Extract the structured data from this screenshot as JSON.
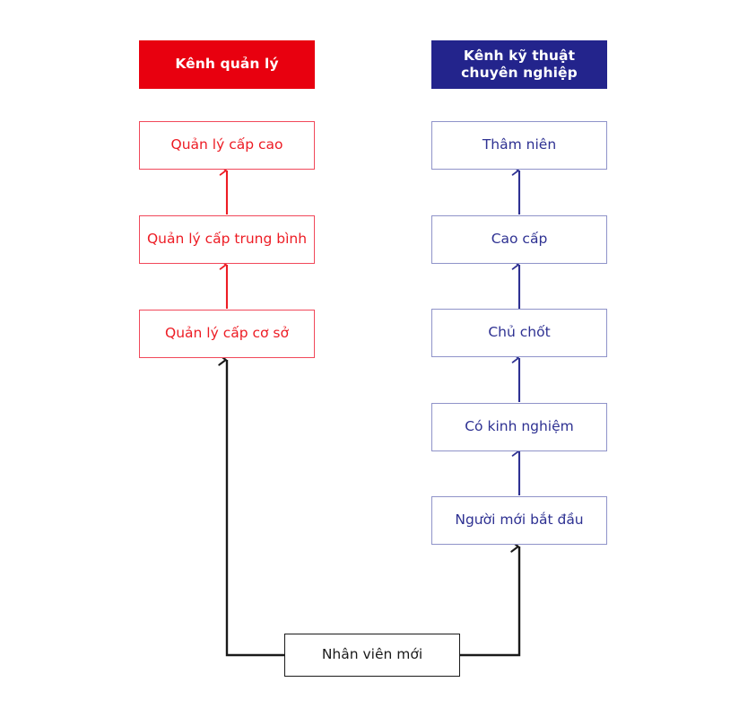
{
  "diagram": {
    "title": "Career path dual ladder diagram",
    "colors": {
      "management_fill": "#e8000f",
      "management_border": "#f1485a",
      "management_text": "#ed1c24",
      "technical_fill": "#23248c",
      "technical_border": "#8f93c9",
      "technical_text": "#2e3192",
      "entry_border": "#1a1a1a",
      "entry_text": "#1a1a1a",
      "background": "#ffffff"
    },
    "columns": [
      {
        "id": "management",
        "header": "Kênh quản lý",
        "levels": [
          {
            "label": "Quản lý cấp cao"
          },
          {
            "label": "Quản lý cấp trung bình"
          },
          {
            "label": "Quản lý cấp cơ sở"
          }
        ]
      },
      {
        "id": "technical",
        "header": "Kênh kỹ thuật\nchuyên nghiệp",
        "header_line1": "Kênh kỹ thuật",
        "header_line2": "chuyên nghiệp",
        "levels": [
          {
            "label": "Thâm niên"
          },
          {
            "label": "Cao cấp"
          },
          {
            "label": "Chủ chốt"
          },
          {
            "label": "Có kinh nghiệm"
          },
          {
            "label": "Người mới bắt đầu"
          }
        ]
      }
    ],
    "entry": {
      "label": "Nhân viên mới"
    }
  }
}
